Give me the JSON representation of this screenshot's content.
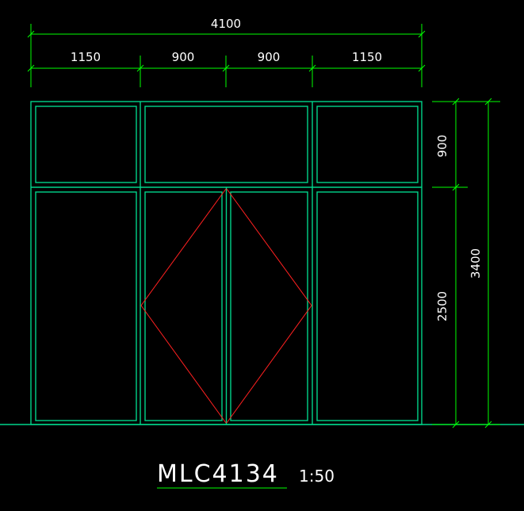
{
  "drawing": {
    "overall_width": "4100",
    "widths": [
      "1150",
      "900",
      "900",
      "1150"
    ],
    "heights": [
      "900",
      "2500"
    ],
    "overall_height": "3400",
    "title": "MLC4134",
    "scale": "1:50"
  },
  "colors": {
    "background": "#000000",
    "frame": "#00d48a",
    "dimension": "#00ff00",
    "swing_lines": "#ff2020",
    "text": "#ffffff"
  }
}
